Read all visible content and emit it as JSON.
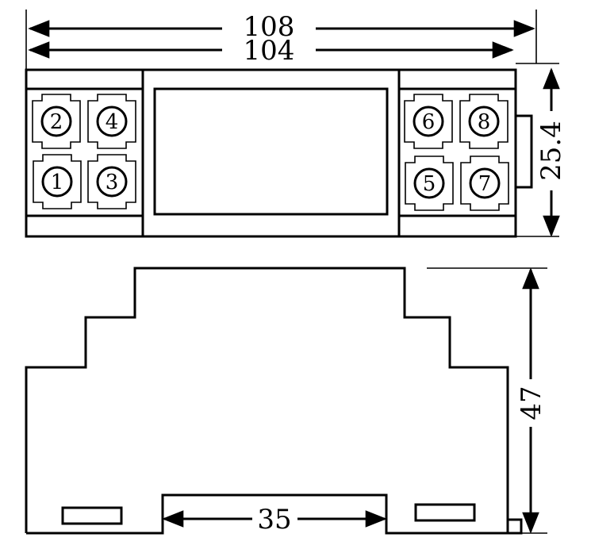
{
  "dimensions": {
    "overall_width": "108",
    "body_width": "104",
    "depth": "25.4",
    "height": "47",
    "rail_width": "35"
  },
  "terminals": [
    "1",
    "2",
    "3",
    "4",
    "5",
    "6",
    "7",
    "8"
  ]
}
